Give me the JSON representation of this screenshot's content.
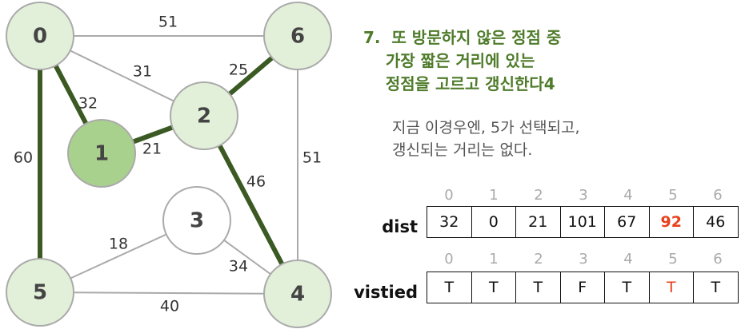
{
  "graph": {
    "colors": {
      "node_fill": "#e2efd9",
      "node_stroke": "#aaaaaa",
      "selected_fill": "#a9d18e",
      "plain_fill": "#ffffff",
      "thin_edge": "#aaaaaa",
      "tree_edge": "#3b5a23"
    },
    "nodes": [
      {
        "id": "0",
        "label": "0",
        "style": "visited"
      },
      {
        "id": "1",
        "label": "1",
        "style": "selected"
      },
      {
        "id": "2",
        "label": "2",
        "style": "visited"
      },
      {
        "id": "3",
        "label": "3",
        "style": "unvisited"
      },
      {
        "id": "4",
        "label": "4",
        "style": "visited"
      },
      {
        "id": "5",
        "label": "5",
        "style": "visited"
      },
      {
        "id": "6",
        "label": "6",
        "style": "visited"
      }
    ],
    "edges": [
      {
        "from": "0",
        "to": "6",
        "weight": "51",
        "tree": false
      },
      {
        "from": "0",
        "to": "2",
        "weight": "31",
        "tree": false
      },
      {
        "from": "0",
        "to": "1",
        "weight": "32",
        "tree": true
      },
      {
        "from": "0",
        "to": "5",
        "weight": "60",
        "tree": true
      },
      {
        "from": "1",
        "to": "2",
        "weight": "21",
        "tree": true
      },
      {
        "from": "2",
        "to": "6",
        "weight": "25",
        "tree": true
      },
      {
        "from": "2",
        "to": "4",
        "weight": "46",
        "tree": true
      },
      {
        "from": "6",
        "to": "4",
        "weight": "51",
        "tree": false
      },
      {
        "from": "3",
        "to": "5",
        "weight": "18",
        "tree": false
      },
      {
        "from": "3",
        "to": "4",
        "weight": "34",
        "tree": false
      },
      {
        "from": "5",
        "to": "4",
        "weight": "40",
        "tree": false
      }
    ]
  },
  "heading": {
    "line1": "7.  또 방문하지 않은 정점 중",
    "line2": "    가장 짧은 거리에 있는",
    "line3": "    정점을 고르고 갱신한다4"
  },
  "description": {
    "line1": "지금 이경우엔, 5가 선택되고,",
    "line2": "갱신되는 거리는 없다."
  },
  "dist": {
    "label": "dist",
    "indices": [
      "0",
      "1",
      "2",
      "3",
      "4",
      "5",
      "6"
    ],
    "values": [
      "32",
      "0",
      "21",
      "101",
      "67",
      "92",
      "46"
    ]
  },
  "visited": {
    "label": "vistied",
    "indices": [
      "0",
      "1",
      "2",
      "3",
      "4",
      "5",
      "6"
    ],
    "values": [
      "T",
      "T",
      "T",
      "F",
      "T",
      "T",
      "T"
    ]
  },
  "highlight_color": "#e8401c"
}
